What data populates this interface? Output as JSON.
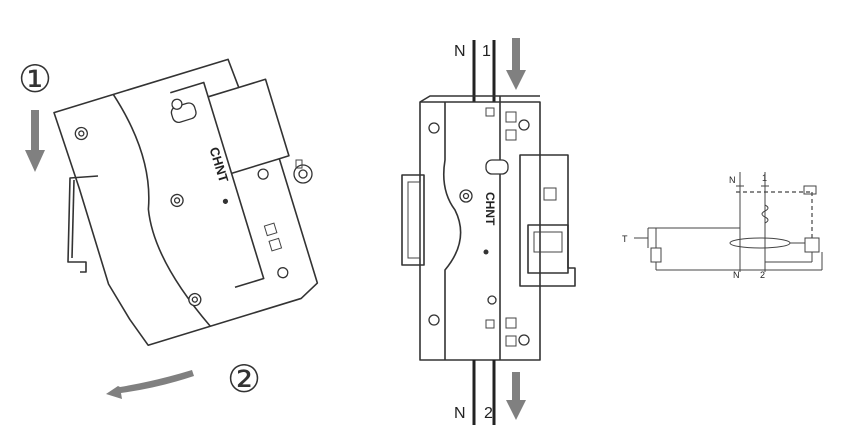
{
  "step1": {
    "number": "①",
    "arrow_color": "#808080"
  },
  "step2": {
    "number": "②",
    "arrow_color": "#808080"
  },
  "breaker_left": {
    "brand": "CHNT"
  },
  "breaker_right": {
    "brand": "CHNT",
    "top_n": "N",
    "top_1": "1",
    "bottom_n": "N",
    "bottom_2": "2",
    "arrow_color": "#808080"
  },
  "schematic": {
    "top_n": "N",
    "top_1": "1",
    "bottom_n": "N",
    "bottom_2": "2",
    "test_label": "T"
  }
}
